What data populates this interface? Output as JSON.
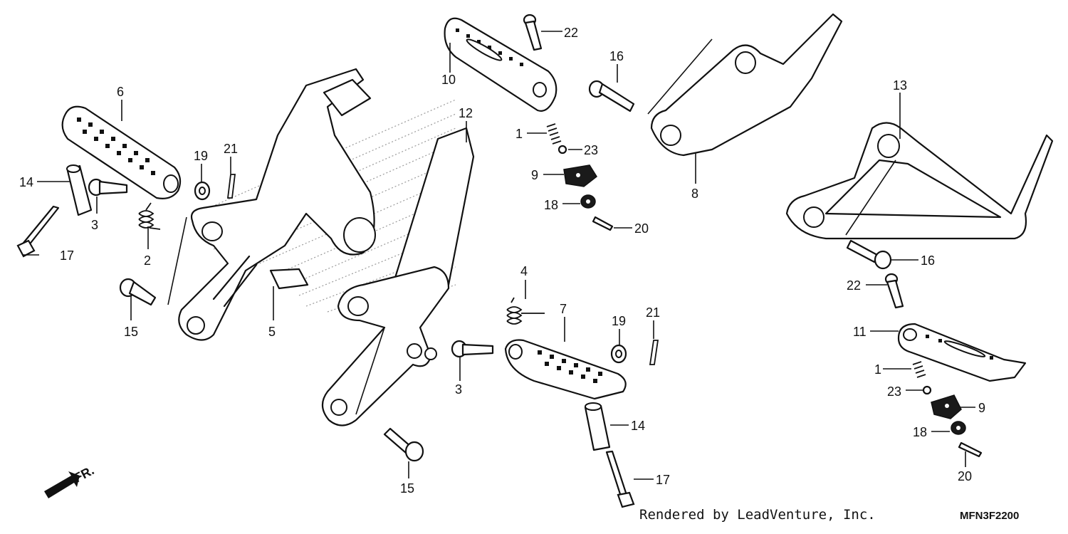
{
  "callouts": {
    "c1a": "1",
    "c1b": "1",
    "c2": "2",
    "c3a": "3",
    "c3b": "3",
    "c4": "4",
    "c5": "5",
    "c6": "6",
    "c7": "7",
    "c8": "8",
    "c9a": "9",
    "c9b": "9",
    "c10": "10",
    "c11": "11",
    "c12": "12",
    "c13": "13",
    "c14a": "14",
    "c14b": "14",
    "c15a": "15",
    "c15b": "15",
    "c16a": "16",
    "c16b": "16",
    "c17a": "17",
    "c17b": "17",
    "c18a": "18",
    "c18b": "18",
    "c19a": "19",
    "c19b": "19",
    "c20a": "20",
    "c20b": "20",
    "c21a": "21",
    "c21b": "21",
    "c22a": "22",
    "c22b": "22",
    "c23a": "23",
    "c23b": "23"
  },
  "direction_label": "FR.",
  "footer": {
    "credit": "Rendered by LeadVenture, Inc.",
    "diagram_code": "MFN3F2200"
  }
}
